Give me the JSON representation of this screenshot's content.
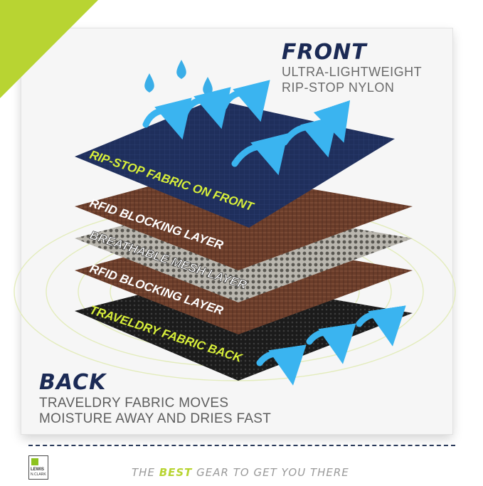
{
  "front": {
    "title": "FRONT",
    "desc_line1": "ULTRA-LIGHTWEIGHT",
    "desc_line2": "RIP-STOP NYLON"
  },
  "layers": [
    {
      "label": "RIP-STOP FABRIC ON FRONT"
    },
    {
      "label": "RFID BLOCKING LAYER"
    },
    {
      "label": "BREATHABLE MESH LAYER"
    },
    {
      "label": "RFID BLOCKING LAYER"
    },
    {
      "label": "TRAVELDRY FABRIC BACK"
    }
  ],
  "back": {
    "title": "BACK",
    "desc_line1": "TRAVELDRY FABRIC MOVES",
    "desc_line2": "MOISTURE AWAY AND DRIES FAST"
  },
  "logo": {
    "line1": "LEWIS",
    "line2": "N.CLARK"
  },
  "tagline": {
    "before": "THE ",
    "highlight": "BEST",
    "after": " GEAR TO GET YOU THERE"
  },
  "colors": {
    "accent_green": "#b8d432",
    "navy": "#1b2a55",
    "rfid_brown": "#6e3f2c",
    "mesh_grey": "#a8a69e",
    "back_black": "#1c1c1c",
    "arrow_blue": "#2fa8e6",
    "label_yellow": "#d8ef3a",
    "label_white": "#ffffff"
  },
  "icons": [
    "water-drop-icon",
    "moisture-arrow-icon",
    "corner-triangle"
  ]
}
